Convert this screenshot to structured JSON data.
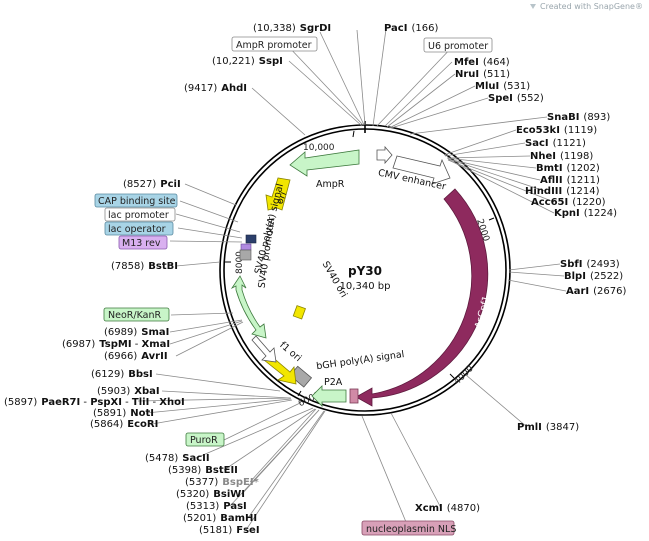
{
  "watermark": "Created with SnapGene®",
  "plasmid": {
    "name": "pY30",
    "length_label": "10,340 bp"
  },
  "ring_ticks": [
    "10,000",
    "2000",
    "4000",
    "6000",
    "8000"
  ],
  "features": {
    "ampr": "AmpR",
    "ori_top": "ori",
    "cmv": "CMV enhancer",
    "ascpf1": "AsCpf1",
    "sv40_polya": "SV40 poly(A) signal",
    "sv40_promoter": "SV40 promoter",
    "sv40_ori": "SV40 ori",
    "f1ori": "f1 ori",
    "bgh": "bGH poly(A) signal",
    "p2a": "P2A"
  },
  "feature_boxes": {
    "ampr_promoter": "AmpR promoter",
    "u6_promoter": "U6 promoter",
    "cap": "CAP binding site",
    "lac_promoter": "lac promoter",
    "lac_operator": "lac operator",
    "m13rev": "M13 rev",
    "neor": "NeoR/KanR",
    "puror": "PuroR",
    "nls": "nucleoplasmin NLS"
  },
  "sites": {
    "sgrdi": {
      "pos": "(10,338)",
      "name": "SgrDI"
    },
    "paci": {
      "name": "PacI",
      "pos": "(166)"
    },
    "sspi": {
      "pos": "(10,221)",
      "name": "SspI"
    },
    "mfei": {
      "name": "MfeI",
      "pos": "(464)"
    },
    "nrui": {
      "name": "NruI",
      "pos": "(511)"
    },
    "mlui": {
      "name": "MluI",
      "pos": "(531)"
    },
    "spei": {
      "name": "SpeI",
      "pos": "(552)"
    },
    "ahdi": {
      "pos": "(9417)",
      "name": "AhdI"
    },
    "snabi": {
      "name": "SnaBI",
      "pos": "(893)"
    },
    "eco53ki": {
      "name": "Eco53kI",
      "pos": "(1119)"
    },
    "saci": {
      "name": "SacI",
      "pos": "(1121)"
    },
    "nhei": {
      "name": "NheI",
      "pos": "(1198)"
    },
    "bmti": {
      "name": "BmtI",
      "pos": "(1202)"
    },
    "aflii": {
      "name": "AflII",
      "pos": "(1211)"
    },
    "hindiii": {
      "name": "HindIII",
      "pos": "(1214)"
    },
    "acc65i": {
      "name": "Acc65I",
      "pos": "(1220)"
    },
    "kpni": {
      "name": "KpnI",
      "pos": "(1224)"
    },
    "pcii": {
      "pos": "(8527)",
      "name": "PciI"
    },
    "bstbi": {
      "pos": "(7858)",
      "name": "BstBI"
    },
    "sbfi": {
      "name": "SbfI",
      "pos": "(2493)"
    },
    "blpi": {
      "name": "BlpI",
      "pos": "(2522)"
    },
    "aari": {
      "name": "AarI",
      "pos": "(2676)"
    },
    "smai": {
      "pos": "(6989)",
      "name": "SmaI"
    },
    "tspmi": {
      "pos": "(6987)",
      "name": "TspMI",
      "sep": " - ",
      "name2": "XmaI"
    },
    "avrii": {
      "pos": "(6966)",
      "name": "AvrII"
    },
    "bbsi": {
      "pos": "(6129)",
      "name": "BbsI"
    },
    "xbai": {
      "pos": "(5903)",
      "name": "XbaI"
    },
    "paer7i": {
      "pos": "(5897)",
      "name": "PaeR7I",
      "sep": " - ",
      "name2": "PspXI",
      "sep2": " - ",
      "name3": "TliI",
      "sep3": " - ",
      "name4": "XhoI"
    },
    "noti": {
      "pos": "(5891)",
      "name": "NotI"
    },
    "ecori": {
      "pos": "(5864)",
      "name": "EcoRI"
    },
    "pmli": {
      "name": "PmlI",
      "pos": "(3847)"
    },
    "sacii": {
      "pos": "(5478)",
      "name": "SacII"
    },
    "bsteii": {
      "pos": "(5398)",
      "name": "BstEII"
    },
    "bspei": {
      "pos": "(5377)",
      "name": "BspEI*"
    },
    "bsiwi": {
      "pos": "(5320)",
      "name": "BsiWI"
    },
    "pasi": {
      "pos": "(5313)",
      "name": "PasI"
    },
    "bamhi": {
      "pos": "(5201)",
      "name": "BamHI"
    },
    "fsei": {
      "pos": "(5181)",
      "name": "FseI"
    },
    "xcmi": {
      "name": "XcmI",
      "pos": "(4870)"
    }
  }
}
